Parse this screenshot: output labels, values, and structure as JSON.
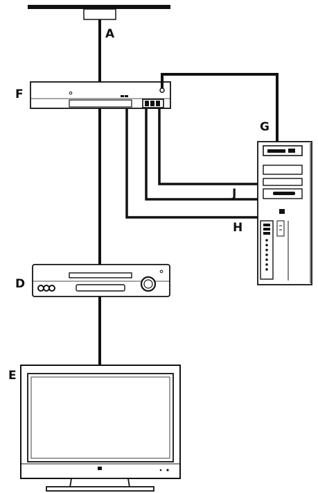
{
  "labels": {
    "antenna": "A",
    "settop_box": "F",
    "computer_cable": "G",
    "cable_j": "J",
    "cable_h": "H",
    "vcr": "D",
    "tv": "E"
  },
  "colors": {
    "line": "#111111",
    "background": "#ffffff",
    "device_fill": "#ffffff"
  }
}
